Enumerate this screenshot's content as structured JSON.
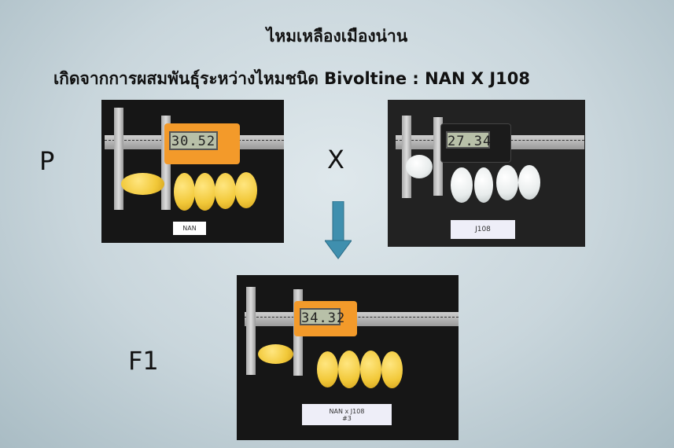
{
  "slide": {
    "title": "ไหมเหลืองเมืองน่าน",
    "subtitle": "เกิดจากการผสมพันธุ์ระหว่างไหมชนิด  Bivoltine :   NAN X J108",
    "parent_label": "P",
    "cross_symbol": "X",
    "f1_label": "F1"
  },
  "photos": {
    "nan": {
      "reading": "30.52",
      "label": "NAN"
    },
    "j108": {
      "reading": "27.34",
      "label": "J108"
    },
    "f1": {
      "reading": "34.32",
      "label": "NAN x J108",
      "label2": "#3"
    }
  },
  "colors": {
    "arrow": "#3f8fae",
    "caliper_orange": "#f39a2a"
  }
}
